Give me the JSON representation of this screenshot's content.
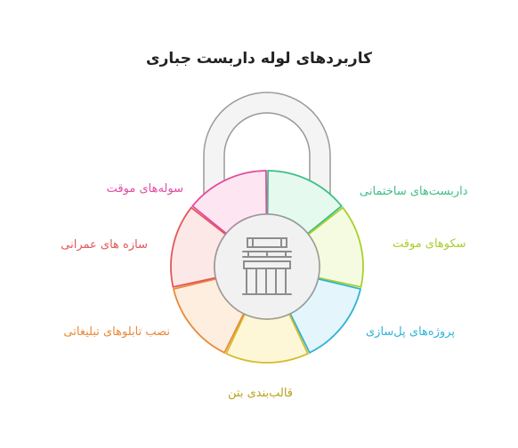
{
  "title": "کاربردهای لوله داربست جباری",
  "center_icon": "scaffolding-icon",
  "lock_colors": {
    "shackle_fill": "#f4f4f4",
    "shackle_stroke": "#9a9a9a",
    "ring_fill": "#f1f1f1",
    "ring_stroke": "#9a9a9a"
  },
  "segments": [
    {
      "label": "داربست‌های ساختمانی",
      "color": "#3dbf86",
      "fill": "#e6f9ef"
    },
    {
      "label": "سکوهای موقت",
      "color": "#a9cf2c",
      "fill": "#f5fbe0"
    },
    {
      "label": "پروژه‌های پل‌سازی",
      "color": "#2fb3d6",
      "fill": "#e4f6fb"
    },
    {
      "label": "قالب‌بندی بتن",
      "color": "#d4bb2a",
      "fill": "#fdf7d8"
    },
    {
      "label": "نصب تابلوهای تبلیغاتی",
      "color": "#e98a39",
      "fill": "#fdeee0"
    },
    {
      "label": "سازه های عمرانی",
      "color": "#e35757",
      "fill": "#fde8e8"
    },
    {
      "label": "سوله‌های موقت",
      "color": "#e24ca0",
      "fill": "#fde6f2"
    }
  ]
}
